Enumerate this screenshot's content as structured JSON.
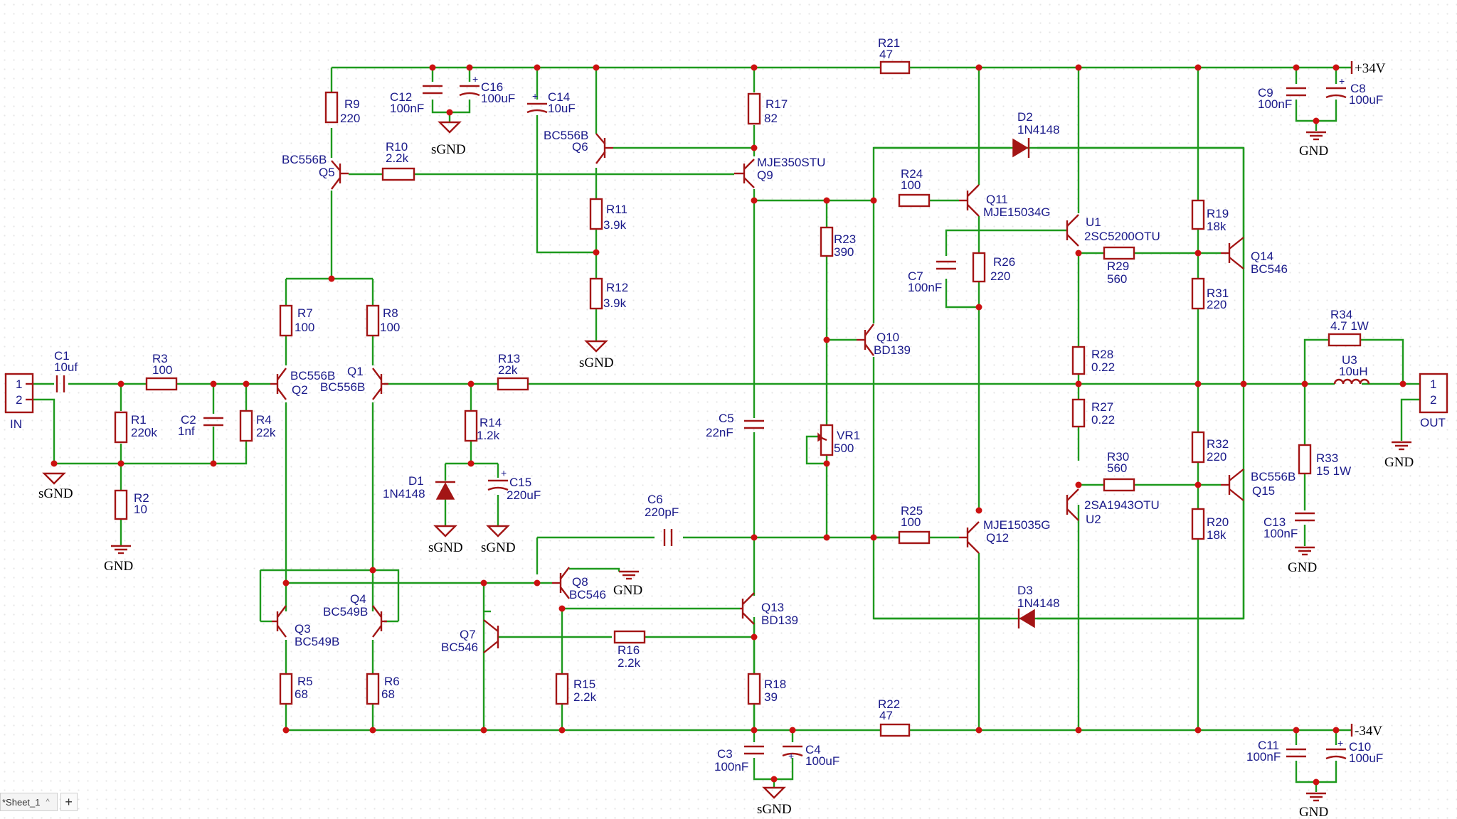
{
  "schematic": {
    "power": {
      "pos": "+34V",
      "neg": "-34V"
    },
    "grounds": {
      "sgnd": "sGND",
      "gnd": "GND"
    },
    "connectors": {
      "in": {
        "name": "IN",
        "pin1": "1",
        "pin2": "2"
      },
      "out": {
        "name": "OUT",
        "pin1": "1",
        "pin2": "2"
      }
    },
    "parts": {
      "C1": {
        "ref": "C1",
        "value": "10uf"
      },
      "R3": {
        "ref": "R3",
        "value": "100"
      },
      "R1": {
        "ref": "R1",
        "value": "220k"
      },
      "C2": {
        "ref": "C2",
        "value": "1nf"
      },
      "R4": {
        "ref": "R4",
        "value": "22k"
      },
      "R2": {
        "ref": "R2",
        "value": "10"
      },
      "Q2": {
        "ref": "Q2",
        "value": "BC556B"
      },
      "Q1": {
        "ref": "Q1",
        "value": "BC556B"
      },
      "R7": {
        "ref": "R7",
        "value": "100"
      },
      "R8": {
        "ref": "R8",
        "value": "100"
      },
      "R9": {
        "ref": "R9",
        "value": "220"
      },
      "Q5": {
        "ref": "Q5",
        "value": "BC556B"
      },
      "R10": {
        "ref": "R10",
        "value": "2.2k"
      },
      "C12": {
        "ref": "C12",
        "value": "100nF"
      },
      "C16": {
        "ref": "C16",
        "value": "100uF"
      },
      "C14": {
        "ref": "C14",
        "value": "10uF"
      },
      "Q6": {
        "ref": "Q6",
        "value": "BC556B"
      },
      "R11": {
        "ref": "R11",
        "value": "3.9k"
      },
      "R12": {
        "ref": "R12",
        "value": "3.9k"
      },
      "R17": {
        "ref": "R17",
        "value": "82"
      },
      "Q9": {
        "ref": "Q9",
        "value": "MJE350STU"
      },
      "R21": {
        "ref": "R21",
        "value": "47"
      },
      "R13": {
        "ref": "R13",
        "value": "22k"
      },
      "R14": {
        "ref": "R14",
        "value": "1.2k"
      },
      "D1": {
        "ref": "D1",
        "value": "1N4148"
      },
      "C15": {
        "ref": "C15",
        "value": "220uF"
      },
      "C5": {
        "ref": "C5",
        "value": "22nF"
      },
      "C6": {
        "ref": "C6",
        "value": "220pF"
      },
      "R23": {
        "ref": "R23",
        "value": "390"
      },
      "Q10": {
        "ref": "Q10",
        "value": "BD139"
      },
      "VR1": {
        "ref": "VR1",
        "value": "500"
      },
      "R24": {
        "ref": "R24",
        "value": "100"
      },
      "Q11": {
        "ref": "Q11",
        "value": "MJE15034G"
      },
      "C7": {
        "ref": "C7",
        "value": "100nF"
      },
      "R26": {
        "ref": "R26",
        "value": "220"
      },
      "D2": {
        "ref": "D2",
        "value": "1N4148"
      },
      "U1": {
        "ref": "U1",
        "value": "2SC5200OTU"
      },
      "R29": {
        "ref": "R29",
        "value": "560"
      },
      "R28": {
        "ref": "R28",
        "value": "0.22"
      },
      "R27": {
        "ref": "R27",
        "value": "0.22"
      },
      "R19": {
        "ref": "R19",
        "value": "18k"
      },
      "R31": {
        "ref": "R31",
        "value": "220"
      },
      "Q14": {
        "ref": "Q14",
        "value": "BC546"
      },
      "C9": {
        "ref": "C9",
        "value": "100nF"
      },
      "C8": {
        "ref": "C8",
        "value": "100uF"
      },
      "R34": {
        "ref": "R34",
        "value": "4.7 1W"
      },
      "U3": {
        "ref": "U3",
        "value": "10uH"
      },
      "R33": {
        "ref": "R33",
        "value": "15 1W"
      },
      "C13": {
        "ref": "C13",
        "value": "100nF"
      },
      "R25": {
        "ref": "R25",
        "value": "100"
      },
      "Q12": {
        "ref": "Q12",
        "value": "MJE15035G"
      },
      "D3": {
        "ref": "D3",
        "value": "1N4148"
      },
      "U2": {
        "ref": "U2",
        "value": "2SA1943OTU"
      },
      "R30": {
        "ref": "R30",
        "value": "560"
      },
      "R32": {
        "ref": "R32",
        "value": "220"
      },
      "R20": {
        "ref": "R20",
        "value": "18k"
      },
      "Q15": {
        "ref": "Q15",
        "value": "BC556B"
      },
      "Q3": {
        "ref": "Q3",
        "value": "BC549B"
      },
      "Q4": {
        "ref": "Q4",
        "value": "BC549B"
      },
      "R5": {
        "ref": "R5",
        "value": "68"
      },
      "R6": {
        "ref": "R6",
        "value": "68"
      },
      "Q7": {
        "ref": "Q7",
        "value": "BC546"
      },
      "Q8": {
        "ref": "Q8",
        "value": "BC546"
      },
      "R15": {
        "ref": "R15",
        "value": "2.2k"
      },
      "R16": {
        "ref": "R16",
        "value": "2.2k"
      },
      "Q13": {
        "ref": "Q13",
        "value": "BD139"
      },
      "R18": {
        "ref": "R18",
        "value": "39"
      },
      "R22": {
        "ref": "R22",
        "value": "47"
      },
      "C3": {
        "ref": "C3",
        "value": "100nF"
      },
      "C4": {
        "ref": "C4",
        "value": "100uF"
      },
      "C11": {
        "ref": "C11",
        "value": "100nF"
      },
      "C10": {
        "ref": "C10",
        "value": "100uF"
      }
    }
  },
  "tabs": {
    "sheet": "*Sheet_1",
    "close_glyph": "^",
    "add_glyph": "+"
  }
}
